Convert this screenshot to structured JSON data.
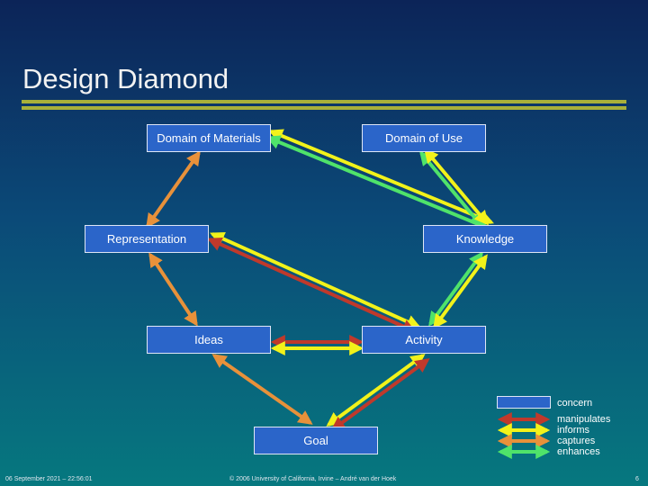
{
  "slide": {
    "title": "Design Diamond",
    "nodes": {
      "domain_materials": "Domain of Materials",
      "domain_use": "Domain of Use",
      "representation": "Representation",
      "knowledge": "Knowledge",
      "ideas": "Ideas",
      "activity": "Activity",
      "goal": "Goal"
    },
    "legend": {
      "items": [
        {
          "label": "concern"
        },
        {
          "label": "manipulates",
          "color": "#c0392b"
        },
        {
          "label": "informs",
          "color": "#f2f21a"
        },
        {
          "label": "captures",
          "color": "#e8913a"
        },
        {
          "label": "enhances",
          "color": "#4fe36a"
        }
      ]
    },
    "footer": {
      "date": "06 September 2021 – 22:56:01",
      "copyright": "© 2006 University of California, Irvine – André van der Hoek",
      "page": "6"
    }
  },
  "colors": {
    "box_fill": "#2b65c9",
    "title_rule": "#a9b03a",
    "manipulates": "#c0392b",
    "informs": "#f2f21a",
    "captures": "#e8913a",
    "enhances": "#4fe36a"
  }
}
